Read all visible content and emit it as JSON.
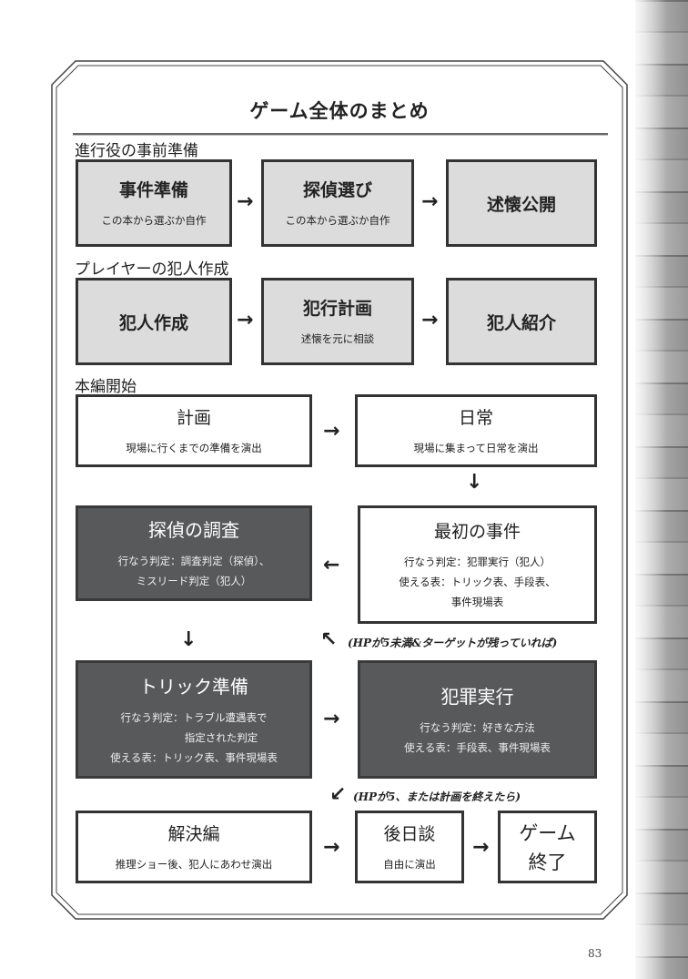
{
  "title": "ゲーム全体のまとめ",
  "sections": {
    "gm_prep": "進行役の事前準備",
    "culprit_creation": "プレイヤーの犯人作成",
    "main_start": "本編開始"
  },
  "gm_prep_boxes": [
    {
      "title": "事件準備",
      "sub": "この本から選ぶか自作"
    },
    {
      "title": "探偵選び",
      "sub": "この本から選ぶか自作"
    },
    {
      "title": "述懐公開"
    }
  ],
  "culprit_boxes": [
    {
      "title": "犯人作成"
    },
    {
      "title": "犯行計画",
      "sub": "述懐を元に相談"
    },
    {
      "title": "犯人紹介"
    }
  ],
  "main_boxes": {
    "plan": {
      "title": "計画",
      "sub": "現場に行くまでの準備を演出"
    },
    "daily": {
      "title": "日常",
      "sub": "現場に集まって日常を演出"
    },
    "first_incident": {
      "title": "最初の事件",
      "lines": [
        "行なう判定：犯罪実行（犯人）",
        "使える表：トリック表、手段表、",
        "事件現場表"
      ]
    },
    "investigation": {
      "title": "探偵の調査",
      "lines": [
        "行なう判定：調査判定（探偵）、",
        "ミスリード判定（犯人）"
      ]
    },
    "trick_prep": {
      "title": "トリック準備",
      "lines": [
        "行なう判定：トラブル遭遇表で",
        "指定された判定",
        "使える表：トリック表、事件現場表"
      ]
    },
    "crime": {
      "title": "犯罪実行",
      "lines": [
        "行なう判定：好きな方法",
        "使える表：手段表、事件現場表"
      ]
    },
    "resolution": {
      "title": "解決編",
      "sub": "推理ショー後、犯人にあわせ演出"
    },
    "epilogue": {
      "title": "後日談",
      "sub": "自由に演出"
    },
    "game_end": {
      "title_1": "ゲーム",
      "title_2": "終了"
    }
  },
  "arrows": {
    "right": "→",
    "left": "←",
    "down": "↓",
    "up_left": "↖",
    "down_left": "↙"
  },
  "notes": {
    "loop": "(HPが5未満&ターゲットが残っていれば)",
    "exit": "(HPが5、または計画を終えたら)"
  },
  "page_number": "83",
  "colors": {
    "gray_box": "#dcdcdc",
    "dark_box": "#58595b",
    "border": "#333333"
  }
}
